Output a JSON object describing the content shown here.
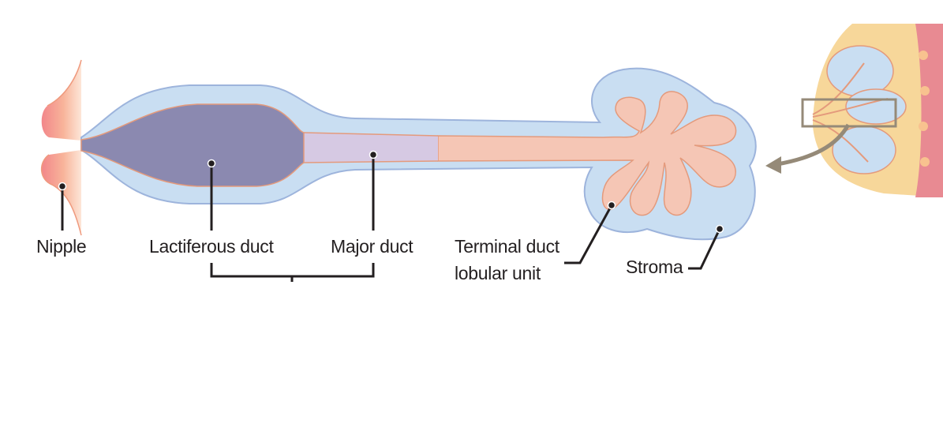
{
  "labels": {
    "nipple": "Nipple",
    "lactiferous_duct": "Lactiferous duct",
    "major_duct": "Major duct",
    "tdlu_line1": "Terminal duct",
    "tdlu_line2": "lobular unit",
    "stroma": "Stroma"
  },
  "colors": {
    "stroma": "#c9def2",
    "stroma_edge": "#9db4dc",
    "lactiferous_duct": "#8b89b0",
    "major_duct": "#d6c9e3",
    "duct_lumen": "#f5c6b5",
    "duct_edge": "#e49a7c",
    "nipple": "#f39a86",
    "skin": "#fbe3c6",
    "breast_tissue": "#f7d79a",
    "arrow": "#958a78",
    "leader": "#231f20"
  }
}
